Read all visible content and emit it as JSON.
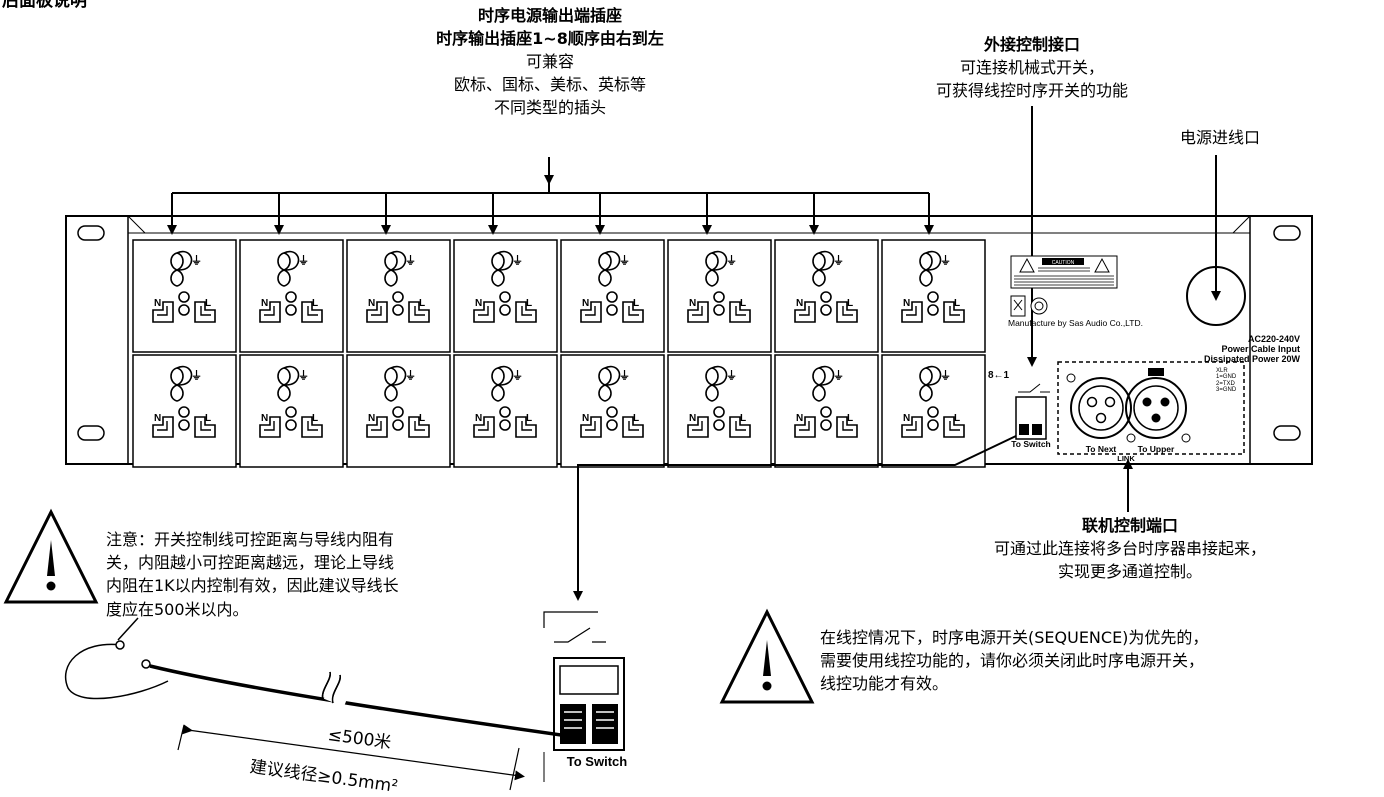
{
  "corner_heading": "后面板说明",
  "outlets_callout": {
    "title1": "时序电源输出端插座",
    "title2": "时序输出插座1~8顺序由右到左",
    "line1": "可兼容",
    "line2": "欧标、国标、美标、英标等",
    "line3": "不同类型的插头"
  },
  "ext_control_callout": {
    "title": "外接控制接口",
    "line1": "可连接机械式开关，",
    "line2": "可获得线控时序开关的功能"
  },
  "power_in_callout": {
    "label": "电源进线口"
  },
  "link_callout": {
    "title": "联机控制端口",
    "line1": "可通过此连接将多台时序器串接起来，",
    "line2": "实现更多通道控制。"
  },
  "note_left": {
    "line1": "注意：开关控制线可控距离与导线内阻有",
    "line2": "关，内阻越小可控距离越远，理论上导线",
    "line3": "内阻在1K以内控制有效，因此建议导线长",
    "line4": "度应在500米以内。"
  },
  "note_right": {
    "line1": "在线控情况下，时序电源开关(SEQUENCE)为优先的，",
    "line2": "需要使用线控功能的，请你必须关闭此时序电源开关，",
    "line3": "线控功能才有效。"
  },
  "panel": {
    "outlet_n": "N",
    "outlet_l": "L",
    "ground_symbol": "⏚",
    "order_marker": "8←1",
    "caution_label": "CAUTION",
    "manufacturer": "Manufacture by Sas Audio Co.,LTD.",
    "power_spec1": "AC220-240V",
    "power_spec2": "Power Cable Input",
    "power_spec3": "Dissipated Power 20W",
    "to_switch": "To Switch",
    "to_next": "To Next",
    "to_upper": "To Upper",
    "link_label": "LINK",
    "xlr_pins": "XLR\n1=GND\n2=TXD\n3=GND"
  },
  "cable": {
    "length_label": "≤500米",
    "gauge_label": "建议线径≥0.5mm²"
  },
  "switch_detail": {
    "label": "To Switch"
  }
}
